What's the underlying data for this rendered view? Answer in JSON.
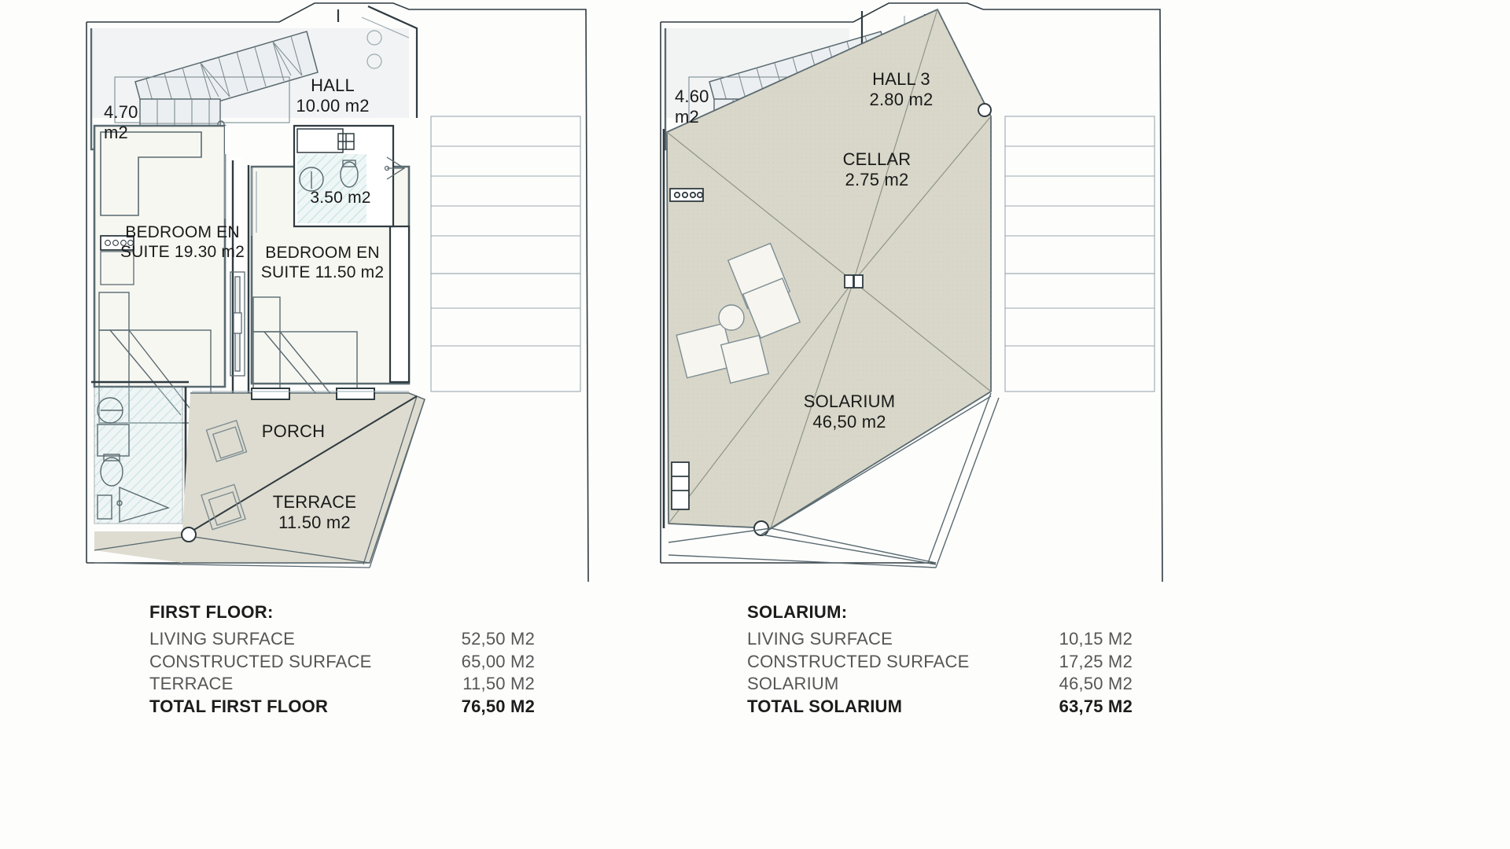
{
  "document": {
    "type": "architectural-floor-plan",
    "sheet_title": "FIRST FLOOR / SOLARIUM PLANS"
  },
  "colors": {
    "wall_dark": "#2f3b40",
    "wall_mid": "#5a6a70",
    "thin_line": "#7d8d93",
    "room_fill": "#f7f7f2",
    "stair_fill": "#eceff1",
    "terrace_fill": "#dedcd0",
    "solarium_fill": "#d9d7c9",
    "bath_fill": "#cfe5e6",
    "bath_hatch": "#8fc3c7",
    "text_dark": "#1a1a1a",
    "text_grey": "#565656",
    "background": "#fdfdfc"
  },
  "first_floor_plan": {
    "name": "FIRST FLOOR",
    "rooms": [
      {
        "id": "stairs-1",
        "name": "",
        "area": "4.70 m2",
        "label": "4.70 m2"
      },
      {
        "id": "hall",
        "name": "HALL",
        "area": "10.00 m2",
        "label": "HALL\n10.00 m2"
      },
      {
        "id": "bath-1",
        "name": "",
        "area": "3.50 m2",
        "label": "3.50 m2"
      },
      {
        "id": "bedroom-1",
        "name": "BEDROOM EN SUITE",
        "area": "19.30 m2",
        "label": "BEDROOM EN\nSUITE 19.30 m2"
      },
      {
        "id": "bedroom-2",
        "name": "BEDROOM EN SUITE",
        "area": "11.50 m2",
        "label": "BEDROOM EN\nSUITE 11.50 m2"
      },
      {
        "id": "porch",
        "name": "PORCH",
        "area": "",
        "label": "PORCH"
      },
      {
        "id": "terrace",
        "name": "TERRACE",
        "area": "11.50 m2",
        "label": "TERRACE\n11.50 m2"
      }
    ]
  },
  "solarium_plan": {
    "name": "SOLARIUM",
    "rooms": [
      {
        "id": "stairs-2",
        "name": "",
        "area": "4.60 m2",
        "label": "4.60 m2"
      },
      {
        "id": "hall-3",
        "name": "HALL 3",
        "area": "2.80 m2",
        "label": "HALL 3\n2.80 m2"
      },
      {
        "id": "cellar",
        "name": "CELLAR",
        "area": "2.75 m2",
        "label": "CELLAR\n2.75 m2"
      },
      {
        "id": "solarium",
        "name": "SOLARIUM",
        "area": "46,50 m2",
        "label": "SOLARIUM\n46,50 m2"
      }
    ]
  },
  "legend_left": {
    "title": "FIRST FLOOR:",
    "rows": [
      {
        "label": "LIVING  SURFACE",
        "value": "52,50  M2",
        "total": false
      },
      {
        "label": "CONSTRUCTED SURFACE",
        "value": "65,00  M2",
        "total": false
      },
      {
        "label": "TERRACE",
        "value": "11,50  M2",
        "total": false
      },
      {
        "label": "TOTAL  FIRST  FLOOR",
        "value": "76,50  M2",
        "total": true
      }
    ]
  },
  "legend_right": {
    "title": "SOLARIUM:",
    "rows": [
      {
        "label": "LIVING  SURFACE",
        "value": "10,15  M2",
        "total": false
      },
      {
        "label": "CONSTRUCTED SURFACE",
        "value": "17,25  M2",
        "total": false
      },
      {
        "label": "SOLARIUM",
        "value": "46,50  M2",
        "total": false
      },
      {
        "label": "TOTAL  SOLARIUM",
        "value": "63,75  M2",
        "total": true
      }
    ]
  }
}
